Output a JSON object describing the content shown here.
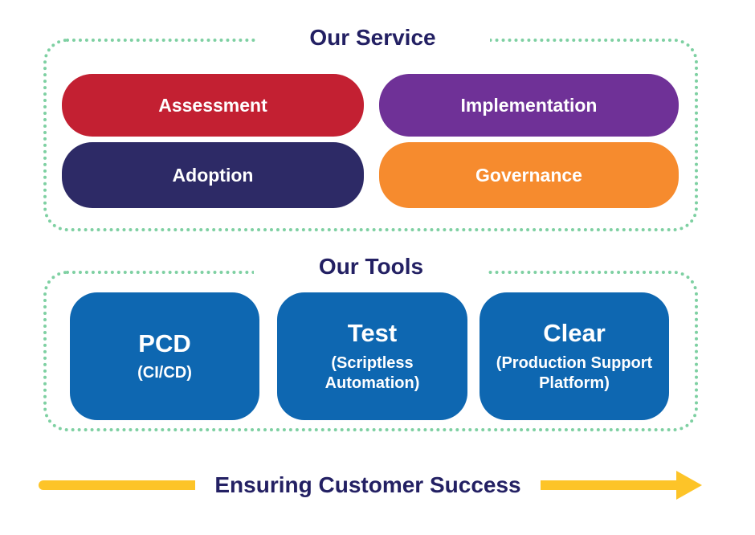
{
  "colors": {
    "background": "#ffffff",
    "dotted_border_green": "#7ED0A2",
    "title_text_navy": "#232063",
    "pill_text_white": "#ffffff",
    "arrow_yellow": "#FDC428",
    "tool_blue": "#0E67B1"
  },
  "service": {
    "title": "Our Service",
    "items": [
      {
        "label": "Assessment",
        "color": "#C32032"
      },
      {
        "label": "Implementation",
        "color": "#6F3197"
      },
      {
        "label": "Adoption",
        "color": "#2D2A66"
      },
      {
        "label": "Governance",
        "color": "#F68B2E"
      }
    ]
  },
  "tools": {
    "title": "Our Tools",
    "items": [
      {
        "name": "PCD",
        "subtitle": "(CI/CD)",
        "color": "#0E67B1"
      },
      {
        "name": "Test",
        "subtitle": "(Scriptless Automation)",
        "color": "#0E67B1"
      },
      {
        "name": "Clear",
        "subtitle": "(Production Support Platform)",
        "color": "#0E67B1"
      }
    ]
  },
  "footer": {
    "arrow_label": "Ensuring Customer Success"
  }
}
